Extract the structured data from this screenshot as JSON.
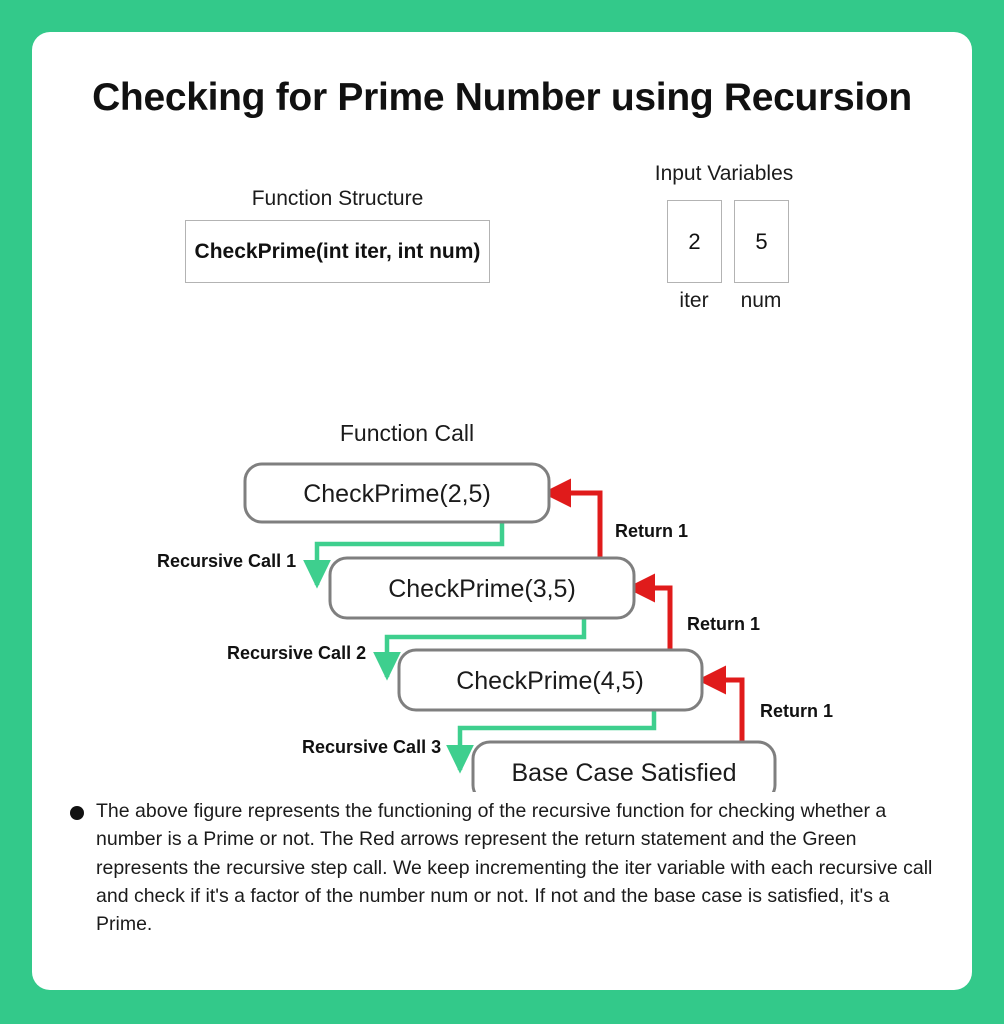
{
  "theme": {
    "page_background": "#33c98a",
    "card_background": "#ffffff",
    "node_border": "#7f7f7f",
    "return_arrow_color": "#e01b1b",
    "recursive_arrow_color": "#3ecf8e",
    "text_color": "#1b1b1b"
  },
  "title": "Checking for Prime Number using Recursion",
  "function_structure": {
    "heading": "Function Structure",
    "signature": "CheckPrime(int iter, int num)"
  },
  "input_variables": {
    "heading": "Input Variables",
    "variables": [
      {
        "value": "2",
        "label": "iter"
      },
      {
        "value": "5",
        "label": "num"
      }
    ]
  },
  "diagram": {
    "heading": "Function Call",
    "nodes": [
      {
        "id": "call1",
        "label": "CheckPrime(2,5)"
      },
      {
        "id": "call2",
        "label": "CheckPrime(3,5)"
      },
      {
        "id": "call3",
        "label": "CheckPrime(4,5)"
      },
      {
        "id": "base",
        "label": "Base Case Satisfied"
      }
    ],
    "recursive_labels": [
      "Recursive Call 1",
      "Recursive Call 2",
      "Recursive Call 3"
    ],
    "return_labels": [
      "Return 1",
      "Return 1",
      "Return 1"
    ]
  },
  "footnote": {
    "text": "The above figure represents the functioning of the recursive function for checking whether a number is a Prime or not. The Red arrows represent the return statement and the Green represents the recursive step call. We keep incrementing the iter variable with each recursive call and check if it's a factor of the number num or not. If not and the base case is satisfied, it's a Prime."
  }
}
